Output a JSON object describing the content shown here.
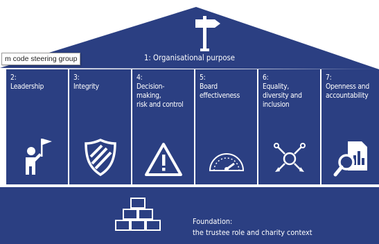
{
  "colors": {
    "primary": "#2b3f82",
    "text": "#ffffff",
    "divider": "#ffffff"
  },
  "roof": {
    "label": "1: Organisational purpose",
    "icon": "signpost-icon"
  },
  "pillars": [
    {
      "number": "2:",
      "title": "Leadership",
      "icon": "leader-flag-icon"
    },
    {
      "number": "3:",
      "title": "Integrity",
      "icon": "shield-icon"
    },
    {
      "number": "4:",
      "title": "Decision-making,\nrisk and control",
      "icon": "warning-icon"
    },
    {
      "number": "5:",
      "title": "Board\neffectiveness",
      "icon": "speedometer-icon"
    },
    {
      "number": "6:",
      "title": "Equality,\ndiversity and\ninclusion",
      "icon": "diversity-arrows-icon"
    },
    {
      "number": "7:",
      "title": "Openness and\naccountability",
      "icon": "report-magnifier-icon"
    }
  ],
  "foundation": {
    "title": "Foundation:",
    "subtitle": "the trustee role and charity context",
    "icon": "building-blocks-icon"
  },
  "tooltip": {
    "text": "m code steering group"
  }
}
